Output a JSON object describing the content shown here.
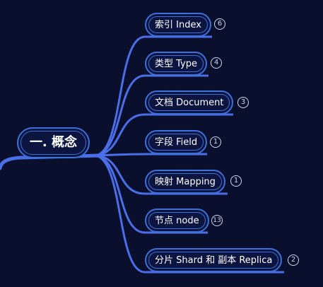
{
  "root": {
    "label": "一. 概念"
  },
  "children": [
    {
      "label": "索引 Index",
      "count": "6"
    },
    {
      "label": "类型 Type",
      "count": "4"
    },
    {
      "label": "文档 Document",
      "count": "3"
    },
    {
      "label": "字段 Field",
      "count": "1"
    },
    {
      "label": "映射 Mapping",
      "count": "1"
    },
    {
      "label": "节点 node",
      "count": "13"
    },
    {
      "label": "分片 Shard 和 副本 Replica",
      "count": "2"
    }
  ],
  "colors": {
    "background": "#0b0f2e",
    "connector": "#4a6ee8",
    "node_border": "#3f6fd8",
    "text": "#ffffff"
  }
}
